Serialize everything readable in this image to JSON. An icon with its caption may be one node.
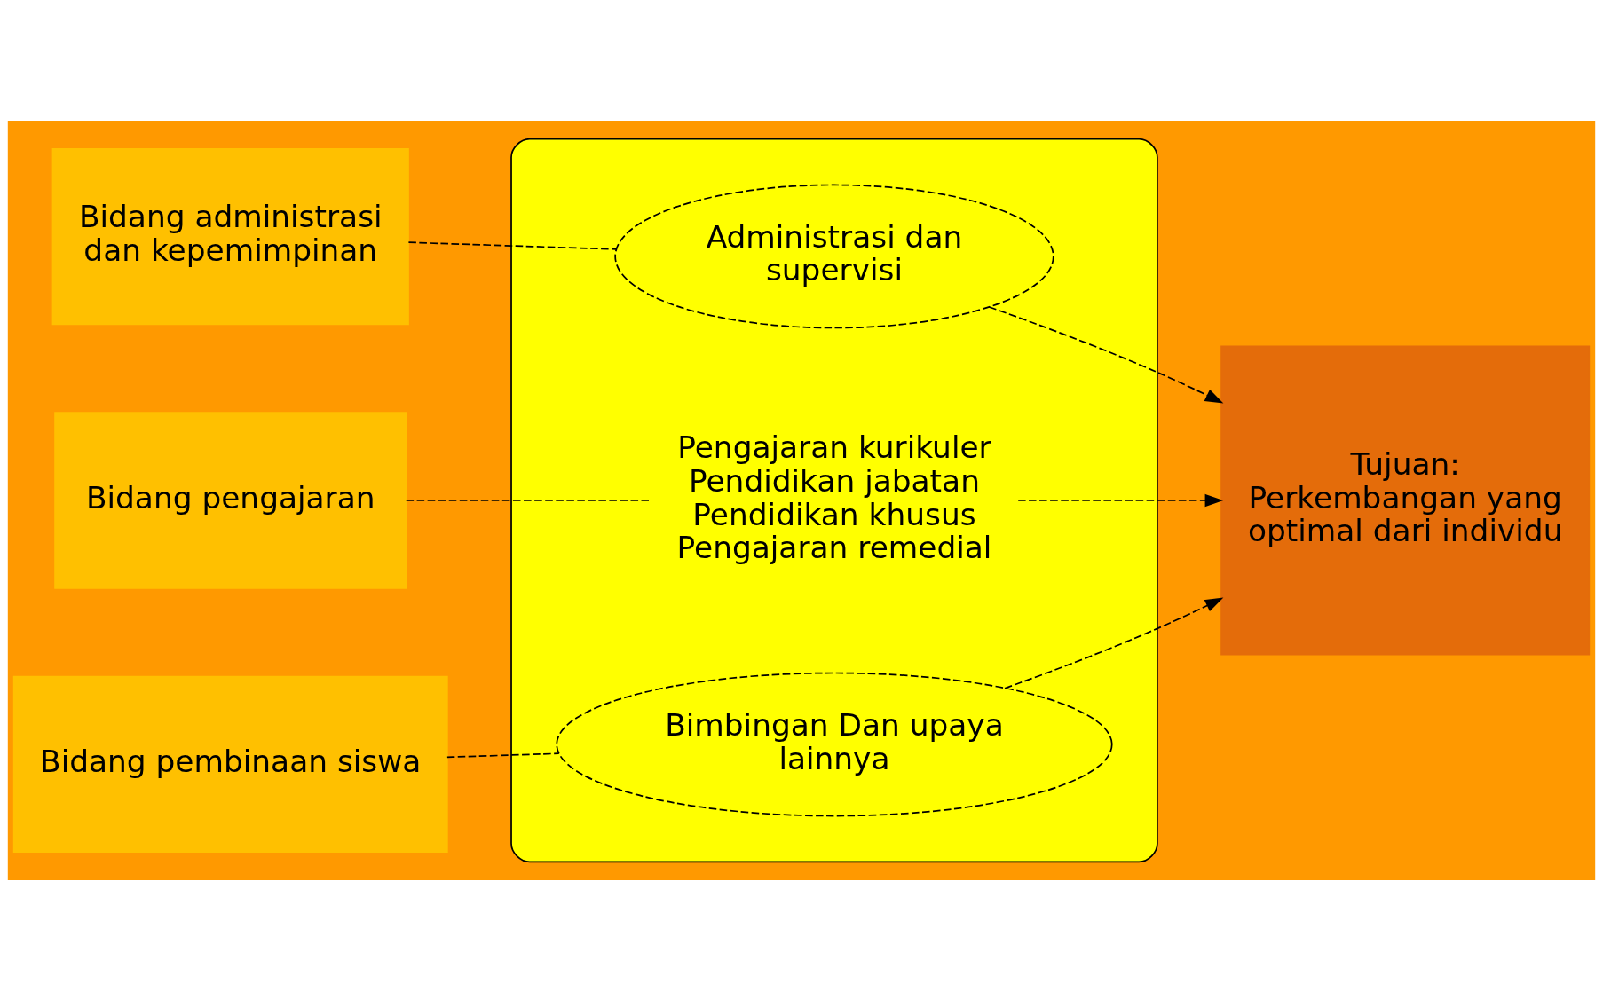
{
  "diagram": {
    "nodes": [
      {
        "text": [
          "Bidang administrasi dan kepemimpinan"
        ]
      },
      {
        "text": [
          "Bidang pengajaran"
        ]
      },
      {
        "text": [
          "Bidang pembinaan siswa"
        ]
      },
      {
        "text": [],
        "shape": "ellipse"
      },
      {
        "text": [
          "Administrasi dan supervisi"
        ],
        "in": 3
      },
      {
        "text": [
          "Pengajaran kurikuler",
          "Pendidikan jabatan",
          "Pendidikan khusus",
          "Pengajaran remedial"
        ],
        "in": 3
      },
      {
        "text": [
          "Bimbingan Dan upaya lainnya"
        ],
        "in": 3
      },
      {
        "text": [
          "Tujuan:",
          "Perkembangan yang optimal dari individu"
        ]
      }
    ],
    "edges": [
      {
        "from": 0,
        "to": 4,
        "arrow": "none",
        "style": "dashed"
      },
      {
        "from": 1,
        "to": 5,
        "arrow": "none",
        "style": "dashed"
      },
      {
        "from": 2,
        "to": 6,
        "arrow": "none",
        "style": "dashed"
      },
      {
        "from": 4,
        "to": 7,
        "arrow": "to",
        "style": "dashed"
      },
      {
        "from": 5,
        "to": 7,
        "arrow": "to",
        "style": "dashed"
      },
      {
        "from": 6,
        "to": 7,
        "arrow": "to",
        "style": "dashed"
      }
    ]
  }
}
